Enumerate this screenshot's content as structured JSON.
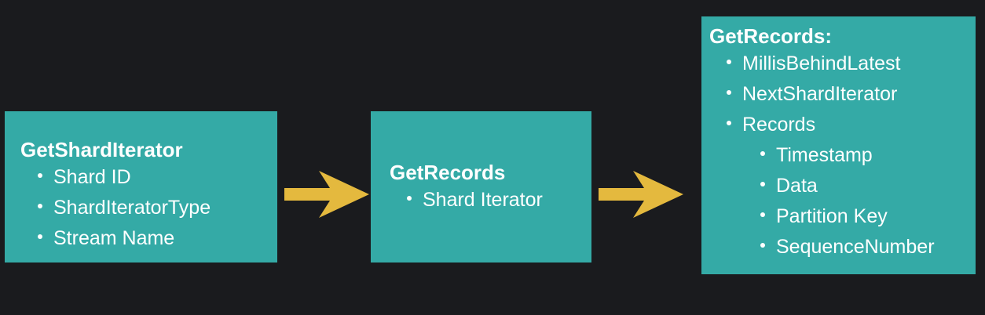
{
  "boxes": {
    "get_shard_iterator": {
      "title": "GetShardIterator",
      "items": [
        "Shard ID",
        "ShardIteratorType",
        "Stream Name"
      ]
    },
    "get_records_request": {
      "title": "GetRecords",
      "items": [
        "Shard Iterator"
      ]
    },
    "get_records_response": {
      "title": "GetRecords:",
      "items": [
        "MillisBehindLatest",
        "NextShardIterator",
        "Records"
      ],
      "record_fields": [
        "Timestamp",
        "Data",
        "Partition Key",
        "SequenceNumber"
      ]
    }
  },
  "colors": {
    "background": "#1a1b1e",
    "box": "#34aaa6",
    "arrow": "#e4b93e",
    "text": "#ffffff"
  }
}
